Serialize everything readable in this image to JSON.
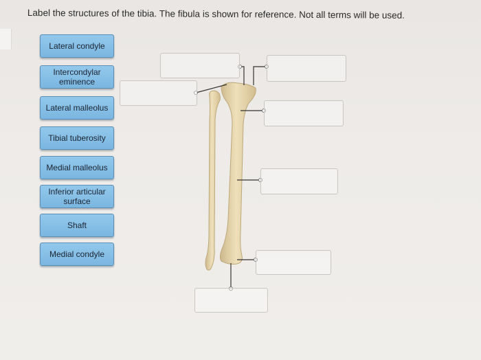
{
  "instruction": "Label the structures of the tibia. The fibula is shown for reference. Not all terms will be used.",
  "terms": [
    {
      "id": "lateral-condyle",
      "label": "Lateral condyle"
    },
    {
      "id": "intercondylar-eminence",
      "label": "Intercondylar\neminence"
    },
    {
      "id": "lateral-malleolus",
      "label": "Lateral malleolus"
    },
    {
      "id": "tibial-tuberosity",
      "label": "Tibial tuberosity"
    },
    {
      "id": "medial-malleolus",
      "label": "Medial malleolus"
    },
    {
      "id": "inferior-articular-surface",
      "label": "Inferior articular\nsurface"
    },
    {
      "id": "shaft",
      "label": "Shaft"
    },
    {
      "id": "medial-condyle",
      "label": "Medial condyle"
    }
  ],
  "drop_targets": [
    {
      "id": "target-1",
      "value": ""
    },
    {
      "id": "target-2",
      "value": ""
    },
    {
      "id": "target-3",
      "value": ""
    },
    {
      "id": "target-4",
      "value": ""
    },
    {
      "id": "target-5",
      "value": ""
    },
    {
      "id": "target-6",
      "value": ""
    },
    {
      "id": "target-7",
      "value": ""
    }
  ],
  "colors": {
    "term_fill": "#85bee6",
    "bone": "#e8d6ae",
    "leader": "#333333"
  }
}
